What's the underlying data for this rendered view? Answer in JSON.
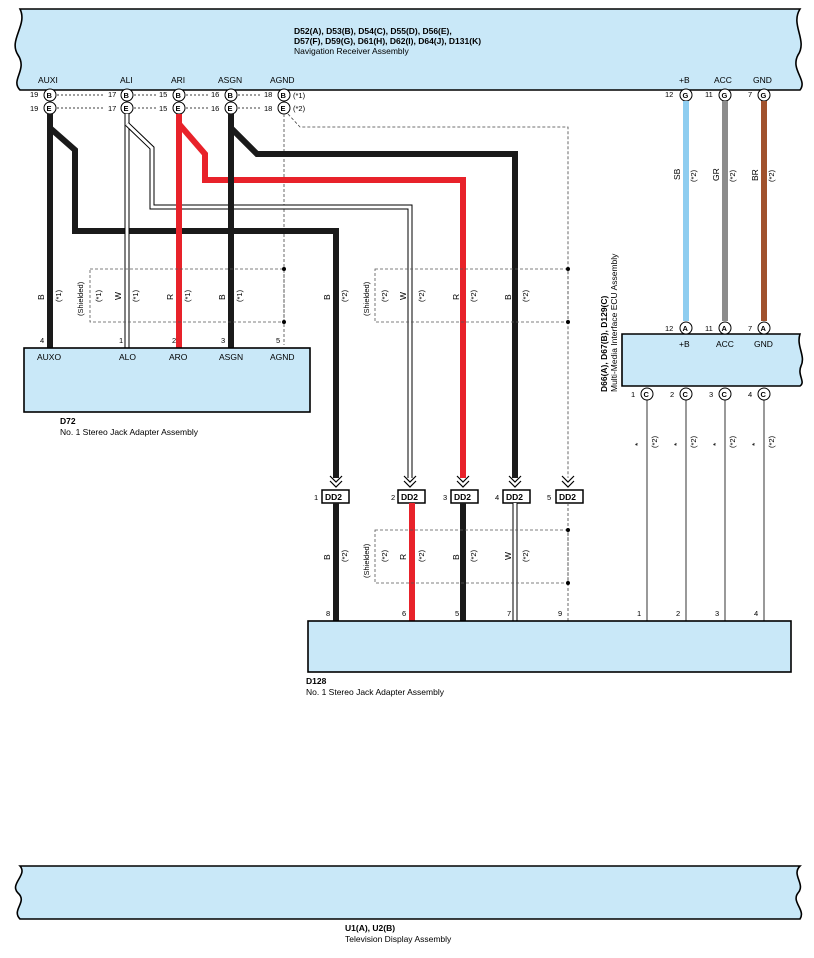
{
  "nav_receiver": {
    "connectors_line1": "D52(A), D53(B), D54(C), D55(D), D56(E),",
    "connectors_line2": "D57(F), D59(G), D61(H), D62(I), D64(J), D131(K)",
    "name": "Navigation Receiver Assembly",
    "pins": [
      {
        "label": "AUXI",
        "top": {
          "num": "19",
          "conn": "B"
        },
        "bottom": {
          "num": "19",
          "conn": "E"
        }
      },
      {
        "label": "ALI",
        "top": {
          "num": "17",
          "conn": "B"
        },
        "bottom": {
          "num": "17",
          "conn": "E"
        }
      },
      {
        "label": "ARI",
        "top": {
          "num": "15",
          "conn": "B"
        },
        "bottom": {
          "num": "15",
          "conn": "E"
        }
      },
      {
        "label": "ASGN",
        "top": {
          "num": "16",
          "conn": "B"
        },
        "bottom": {
          "num": "16",
          "conn": "E"
        }
      },
      {
        "label": "AGND",
        "top": {
          "num": "18",
          "conn": "B"
        },
        "bottom": {
          "num": "18",
          "conn": "E"
        }
      }
    ],
    "note_top": "(*1)",
    "note_bottom": "(*2)",
    "power_pins": [
      {
        "label": "+B",
        "num": "12",
        "conn": "G"
      },
      {
        "label": "ACC",
        "num": "11",
        "conn": "G"
      },
      {
        "label": "GND",
        "num": "7",
        "conn": "G"
      }
    ]
  },
  "power_wires": [
    {
      "color_code": "SB",
      "note": "(*2)",
      "color": "#8ecdf0"
    },
    {
      "color_code": "GR",
      "note": "(*2)",
      "color": "#8c8c8c"
    },
    {
      "color_code": "BR",
      "note": "(*2)",
      "color": "#a0522d"
    }
  ],
  "wire_colors": {
    "black": "#1a1a1a",
    "red": "#e8222a",
    "white": "#ffffff",
    "box_fill": "#c9e8f8"
  },
  "d72": {
    "code": "D72",
    "name": "No. 1 Stereo Jack Adapter Assembly",
    "pins": [
      {
        "num": "4",
        "label": "AUXO"
      },
      {
        "num": "1",
        "label": "ALO"
      },
      {
        "num": "2",
        "label": "ARO"
      },
      {
        "num": "3",
        "label": "ASGN"
      },
      {
        "num": "5",
        "label": "AGND"
      }
    ],
    "wires": [
      {
        "color_code": "B",
        "note": "(*1)"
      },
      {
        "color_code": "W",
        "note": "(*1)"
      },
      {
        "color_code": "R",
        "note": "(*1)"
      },
      {
        "color_code": "B",
        "note": "(*1)"
      }
    ],
    "shield_label": "(Shielded)",
    "shield_note": "(*1)"
  },
  "mid_run": {
    "b_wire": {
      "color_code": "B",
      "note": "(*2)"
    },
    "wires": [
      {
        "color_code": "W",
        "note": "(*2)"
      },
      {
        "color_code": "R",
        "note": "(*2)"
      },
      {
        "color_code": "B",
        "note": "(*2)"
      }
    ],
    "shield_label": "(Shielded)",
    "shield_note": "(*2)"
  },
  "dd2": {
    "name": "DD2",
    "connectors": [
      {
        "num": "1",
        "name": "DD2"
      },
      {
        "num": "2",
        "name": "DD2"
      },
      {
        "num": "3",
        "name": "DD2"
      },
      {
        "num": "4",
        "name": "DD2"
      },
      {
        "num": "5",
        "name": "DD2"
      }
    ]
  },
  "lower_run": {
    "b_wire": {
      "color_code": "B",
      "note": "(*2)"
    },
    "wires": [
      {
        "color_code": "R",
        "note": "(*2)"
      },
      {
        "color_code": "B",
        "note": "(*2)"
      },
      {
        "color_code": "W",
        "note": "(*2)"
      }
    ],
    "shield_label": "(Shielded)",
    "shield_note": "(*2)"
  },
  "mmi_ecu": {
    "connectors": "D66(A), D67(B), D129(C)",
    "name": "Multi-Media Interface ECU Assembly",
    "top_pins": [
      {
        "label": "+B",
        "num": "12",
        "conn": "A"
      },
      {
        "label": "ACC",
        "num": "11",
        "conn": "A"
      },
      {
        "label": "GND",
        "num": "7",
        "conn": "A"
      }
    ],
    "bottom_pins": [
      {
        "num": "1",
        "conn": "C"
      },
      {
        "num": "2",
        "conn": "C"
      },
      {
        "num": "3",
        "conn": "C"
      },
      {
        "num": "4",
        "conn": "C"
      }
    ],
    "wires": [
      {
        "color_code": "*",
        "note": "(*2)"
      },
      {
        "color_code": "*",
        "note": "(*2)"
      },
      {
        "color_code": "*",
        "note": "(*2)"
      },
      {
        "color_code": "*",
        "note": "(*2)"
      }
    ]
  },
  "d128": {
    "code": "D128",
    "name": "No. 1 Stereo Jack Adapter Assembly",
    "pins": [
      "8",
      "6",
      "5",
      "7",
      "9",
      "1",
      "2",
      "3",
      "4"
    ]
  },
  "tv_display": {
    "connectors": "U1(A), U2(B)",
    "name": "Television Display Assembly"
  }
}
